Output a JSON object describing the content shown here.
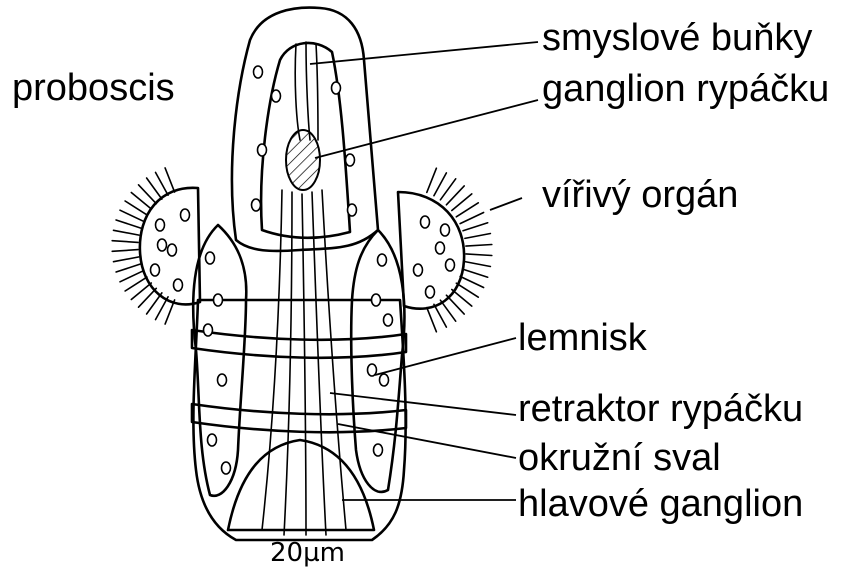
{
  "labels": {
    "proboscis": "proboscis",
    "sensory_cells": "smyslové buňky",
    "proboscis_ganglion": "ganglion rypáčku",
    "ciliated_organ": "vířivý orgán",
    "lemniscus": "lemnisk",
    "proboscis_retractor": "retraktor rypáčku",
    "ring_muscle": "okružní sval",
    "head_ganglion": "hlavové ganglion"
  },
  "scale_bar": "20µm",
  "colors": {
    "ink": "#000000",
    "background": "#ffffff"
  }
}
